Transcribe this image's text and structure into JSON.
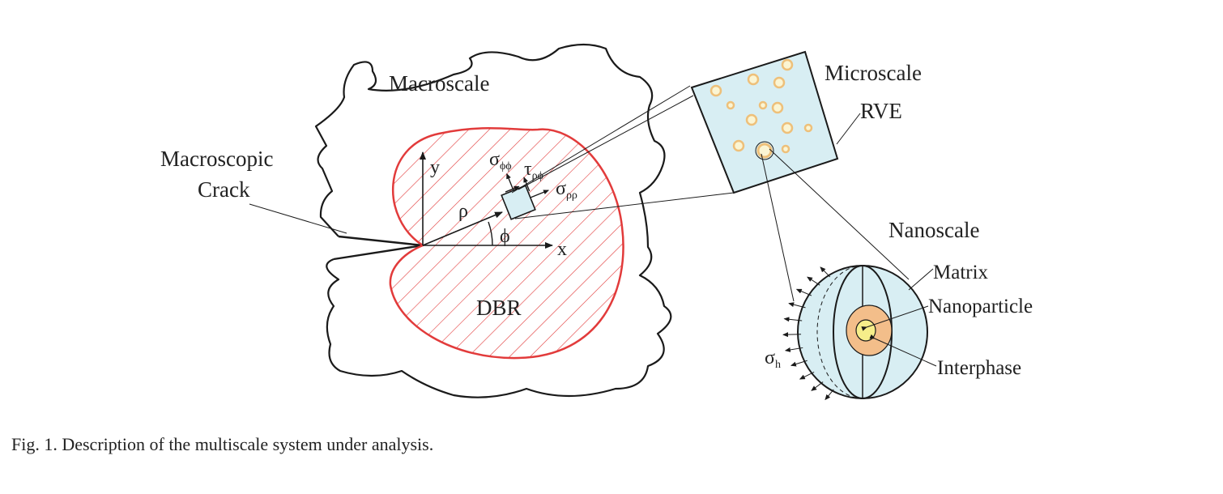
{
  "labels": {
    "macroscale": "Macroscale",
    "macroscopic_crack_line1": "Macroscopic",
    "macroscopic_crack_line2": "Crack",
    "dbr": "DBR",
    "microscale": "Microscale",
    "rve": "RVE",
    "nanoscale": "Nanoscale",
    "matrix": "Matrix",
    "nanoparticle": "Nanoparticle",
    "interphase": "Interphase"
  },
  "symbols": {
    "y_axis": "y",
    "x_axis": "x",
    "rho": "ρ",
    "phi": "ϕ",
    "sigma_phiphi": "σ",
    "sigma_phiphi_sub": "ϕϕ",
    "tau_rhophi": "τ",
    "tau_rhophi_sub": "ρϕ",
    "sigma_rhorho": "σ",
    "sigma_rhorho_sub": "ρρ",
    "sigma_h": "σ",
    "sigma_h_sub": "h"
  },
  "caption": "Fig. 1. Description of the multiscale system under analysis.",
  "colors": {
    "outline": "#1a1a1a",
    "dbr_red": "#e23b3b",
    "rve_fill": "#d8eef3",
    "particle_outer": "#eec07a",
    "particle_inner": "#fbf5d3",
    "interphase": "#f3be8a",
    "nanoparticle": "#f6ee8a"
  }
}
